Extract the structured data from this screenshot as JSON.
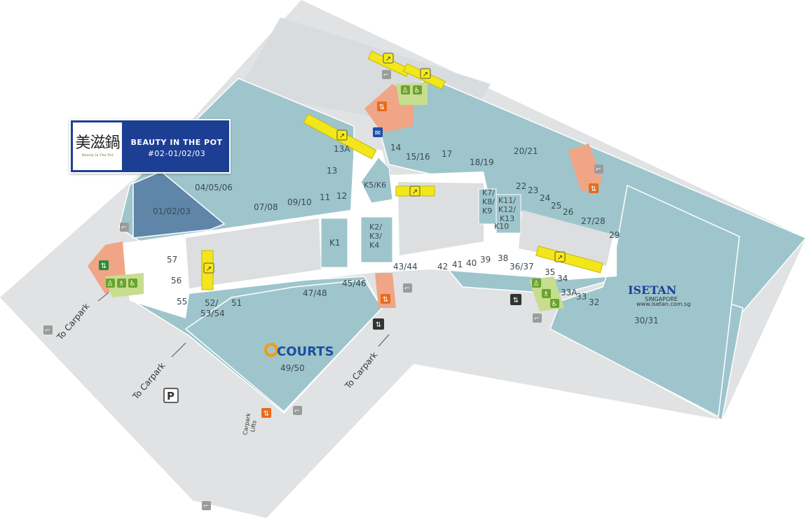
{
  "map": {
    "popup": {
      "logo_text": "美滋鍋",
      "logo_subtext": "Beauty in The Pot",
      "title": "BEAUTY IN THE POT",
      "unit": "#02-01/02/03"
    },
    "units": {
      "u010203": "01/02/03",
      "u040506": "04/05/06",
      "u0708": "07/08",
      "u0910": "09/10",
      "u11": "11",
      "u12": "12",
      "u13": "13",
      "u13a": "13A",
      "u14": "14",
      "u1516": "15/16",
      "u17": "17",
      "u1819": "18/19",
      "u2021": "20/21",
      "u22": "22",
      "u23": "23",
      "u24": "24",
      "u25": "25",
      "u26": "26",
      "u2728": "27/28",
      "u29": "29",
      "u3031": "30/31",
      "u32": "32",
      "u33": "33",
      "u33a": "33A",
      "u34": "34",
      "u35": "35",
      "u3637": "36/37",
      "u38": "38",
      "u39": "39",
      "u40": "40",
      "u41": "41",
      "u42": "42",
      "u4344": "43/44",
      "u4546": "45/46",
      "u4748": "47/48",
      "u4950": "49/50",
      "u51": "51",
      "u52": "52/",
      "u5354": "53/54",
      "u55": "55",
      "u56": "56",
      "u57": "57",
      "k1": "K1",
      "k2": "K2/",
      "k3": "K3/",
      "k4": "K4",
      "k56": "K5/K6",
      "k7": "K7/",
      "k8": "K8/",
      "k9": "K9",
      "k11": "K11/",
      "k12": "K12/",
      "k13": "K13",
      "k10": "K10"
    },
    "anchors": {
      "courts": "COURTS",
      "isetan": "ISETAN",
      "isetan_sub": "SINGAPORE",
      "isetan_url": "www.isetan.com.sg"
    },
    "labels": {
      "to_carpark_left": "To Carpark",
      "to_carpark_mid": "To Carpark",
      "to_carpark_right": "To Carpark",
      "parking": "P",
      "carpark_lifts_1": "Carpark",
      "carpark_lifts_2": "Lifts"
    },
    "colors": {
      "shop": "#9ec5cc",
      "selected_shop": "#5f86a9",
      "corridor": "#ffffff",
      "background_area": "#e0e2e3",
      "void": "#dcdedf",
      "service": "#f0a586",
      "toilet_area": "#c7dd8f",
      "escalator": "#f2e61c",
      "popup": "#1c3f93",
      "courts": "#1b4f9c",
      "courts_accent": "#f39c12"
    },
    "icons": [
      "escalator-icon",
      "stairs-icon",
      "lift-icon",
      "toilet-icon",
      "wheelchair-icon",
      "nursing-room-icon",
      "baby-care-icon",
      "emergency-exit-icon",
      "carpark-lift-icon"
    ]
  }
}
